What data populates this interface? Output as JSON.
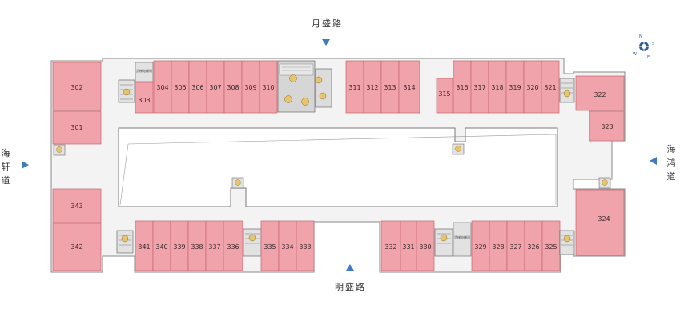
{
  "roads": {
    "north": "月盛路",
    "south": "明盛路",
    "west": "海轩道",
    "east": "海鸿道"
  },
  "compass": {
    "n": "N",
    "s": "S",
    "e": "E",
    "w": "W"
  },
  "freight_elevator_label": "货梯电梯间",
  "units": [
    {
      "num": "302"
    },
    {
      "num": "301"
    },
    {
      "num": "303"
    },
    {
      "num": "304"
    },
    {
      "num": "305"
    },
    {
      "num": "306"
    },
    {
      "num": "307"
    },
    {
      "num": "308"
    },
    {
      "num": "309"
    },
    {
      "num": "310"
    },
    {
      "num": "311"
    },
    {
      "num": "312"
    },
    {
      "num": "313"
    },
    {
      "num": "314"
    },
    {
      "num": "315"
    },
    {
      "num": "316"
    },
    {
      "num": "317"
    },
    {
      "num": "318"
    },
    {
      "num": "319"
    },
    {
      "num": "320"
    },
    {
      "num": "321"
    },
    {
      "num": "322"
    },
    {
      "num": "323"
    },
    {
      "num": "324"
    },
    {
      "num": "325"
    },
    {
      "num": "326"
    },
    {
      "num": "327"
    },
    {
      "num": "328"
    },
    {
      "num": "329"
    },
    {
      "num": "330"
    },
    {
      "num": "331"
    },
    {
      "num": "332"
    },
    {
      "num": "333"
    },
    {
      "num": "334"
    },
    {
      "num": "335"
    },
    {
      "num": "336"
    },
    {
      "num": "337"
    },
    {
      "num": "338"
    },
    {
      "num": "339"
    },
    {
      "num": "340"
    },
    {
      "num": "341"
    },
    {
      "num": "342"
    },
    {
      "num": "343"
    }
  ],
  "colors": {
    "unit_fill": "#f0a3ab",
    "unit_stroke": "#c2646d",
    "corridor": "#f3f3f3",
    "outline": "#8a8a8a",
    "arrow": "#3f7ac2",
    "stair_fill": "#e2e2e2",
    "lift_icon": "#e8c46a"
  }
}
